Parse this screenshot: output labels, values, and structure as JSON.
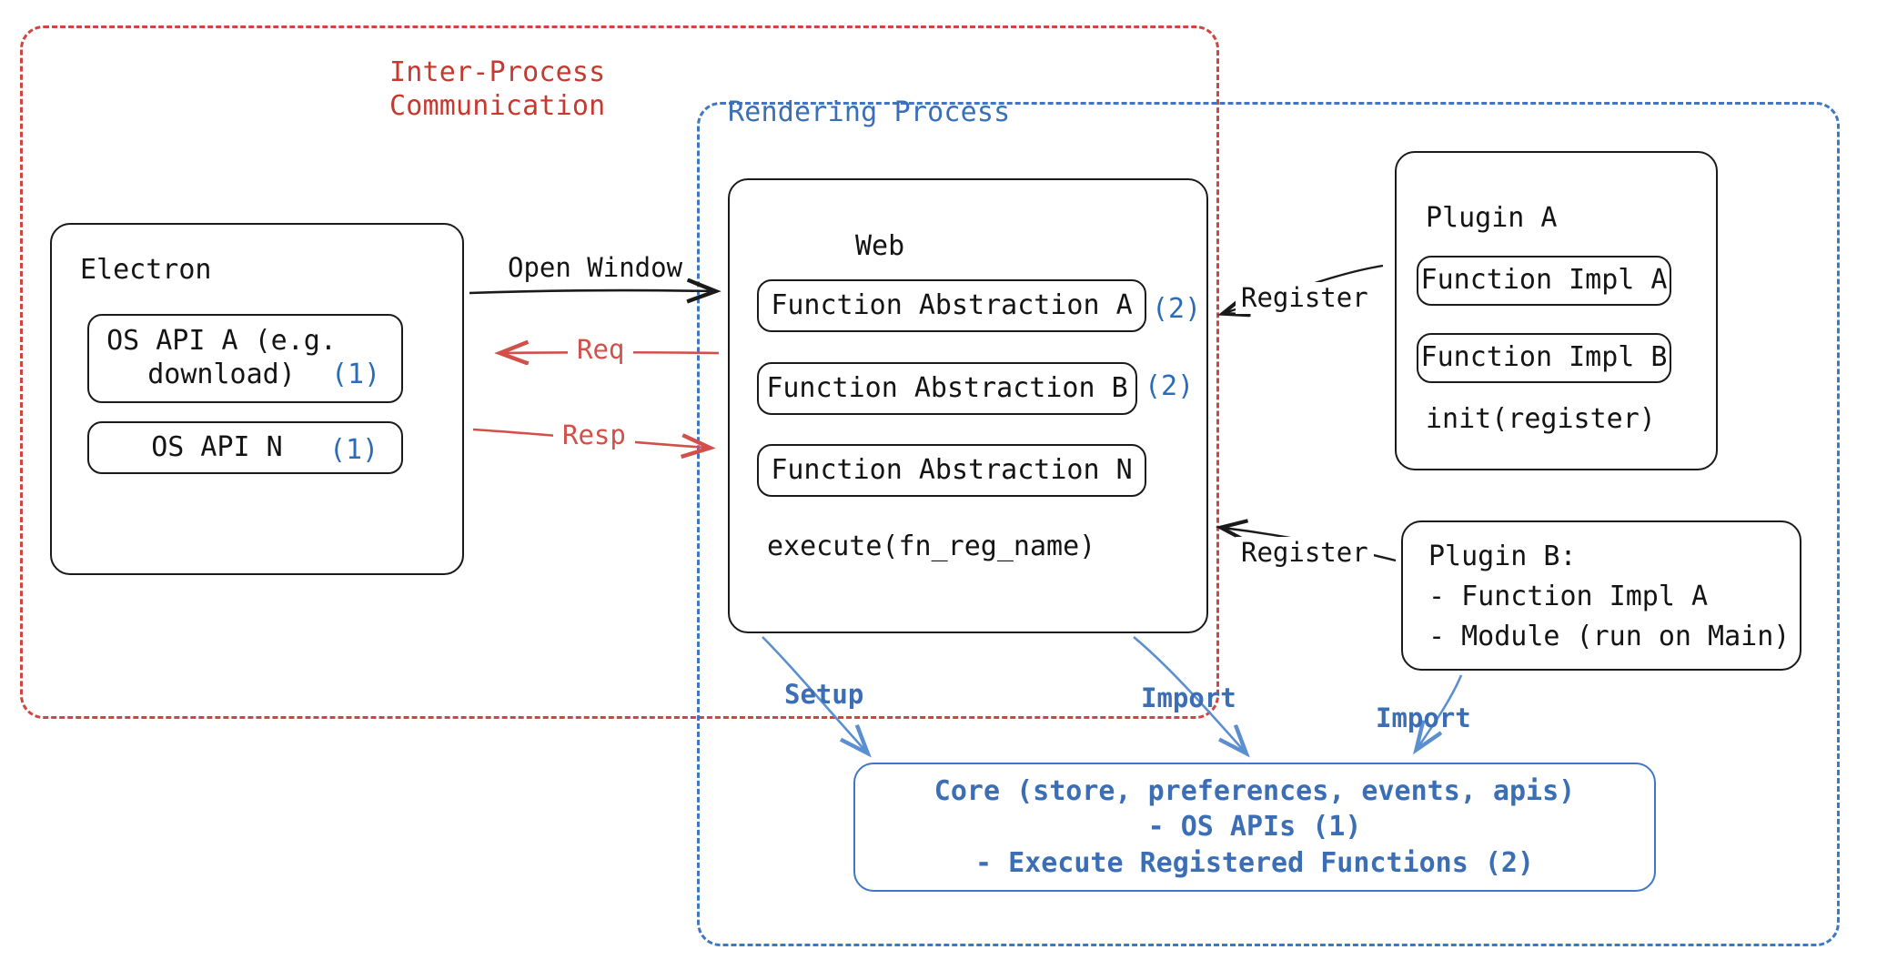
{
  "diagram": {
    "title": "Electron plugin architecture",
    "colors": {
      "ipc_red": "#c6392f",
      "render_blue": "#3b6eb5",
      "marker_blue": "#2b6cb8",
      "arrow_red": "#d2504a",
      "box_black": "#141414"
    }
  },
  "groups": {
    "ipc": {
      "label": "Inter-Process\nCommunication"
    },
    "rendering": {
      "label": "Rendering Process"
    }
  },
  "electron": {
    "title": "Electron",
    "apis": [
      {
        "label": "OS API A (e.g.\ndownload)",
        "marker": "(1)"
      },
      {
        "label": "OS API N",
        "marker": "(1)"
      }
    ]
  },
  "web": {
    "title": "Web",
    "abstractions": [
      {
        "label": "Function Abstraction A",
        "marker": "(2)"
      },
      {
        "label": "Function Abstraction B",
        "marker": "(2)"
      },
      {
        "label": "Function Abstraction N",
        "marker": ""
      }
    ],
    "footer": "execute(fn_reg_name)"
  },
  "plugin_a": {
    "title": "Plugin A",
    "items": [
      "Function Impl A",
      "Function Impl B"
    ],
    "footer": "init(register)"
  },
  "plugin_b": {
    "lines": [
      "Plugin B:",
      "- Function Impl A",
      "- Module (run on Main)"
    ]
  },
  "core": {
    "lines": [
      "Core (store, preferences, events, apis)",
      "- OS APIs (1)",
      "- Execute Registered Functions (2)"
    ]
  },
  "edges": {
    "open_window": "Open Window",
    "req": "Req",
    "resp": "Resp",
    "register_a": "Register",
    "register_b": "Register",
    "setup": "Setup",
    "import_web": "Import",
    "import_plugin": "Import"
  }
}
